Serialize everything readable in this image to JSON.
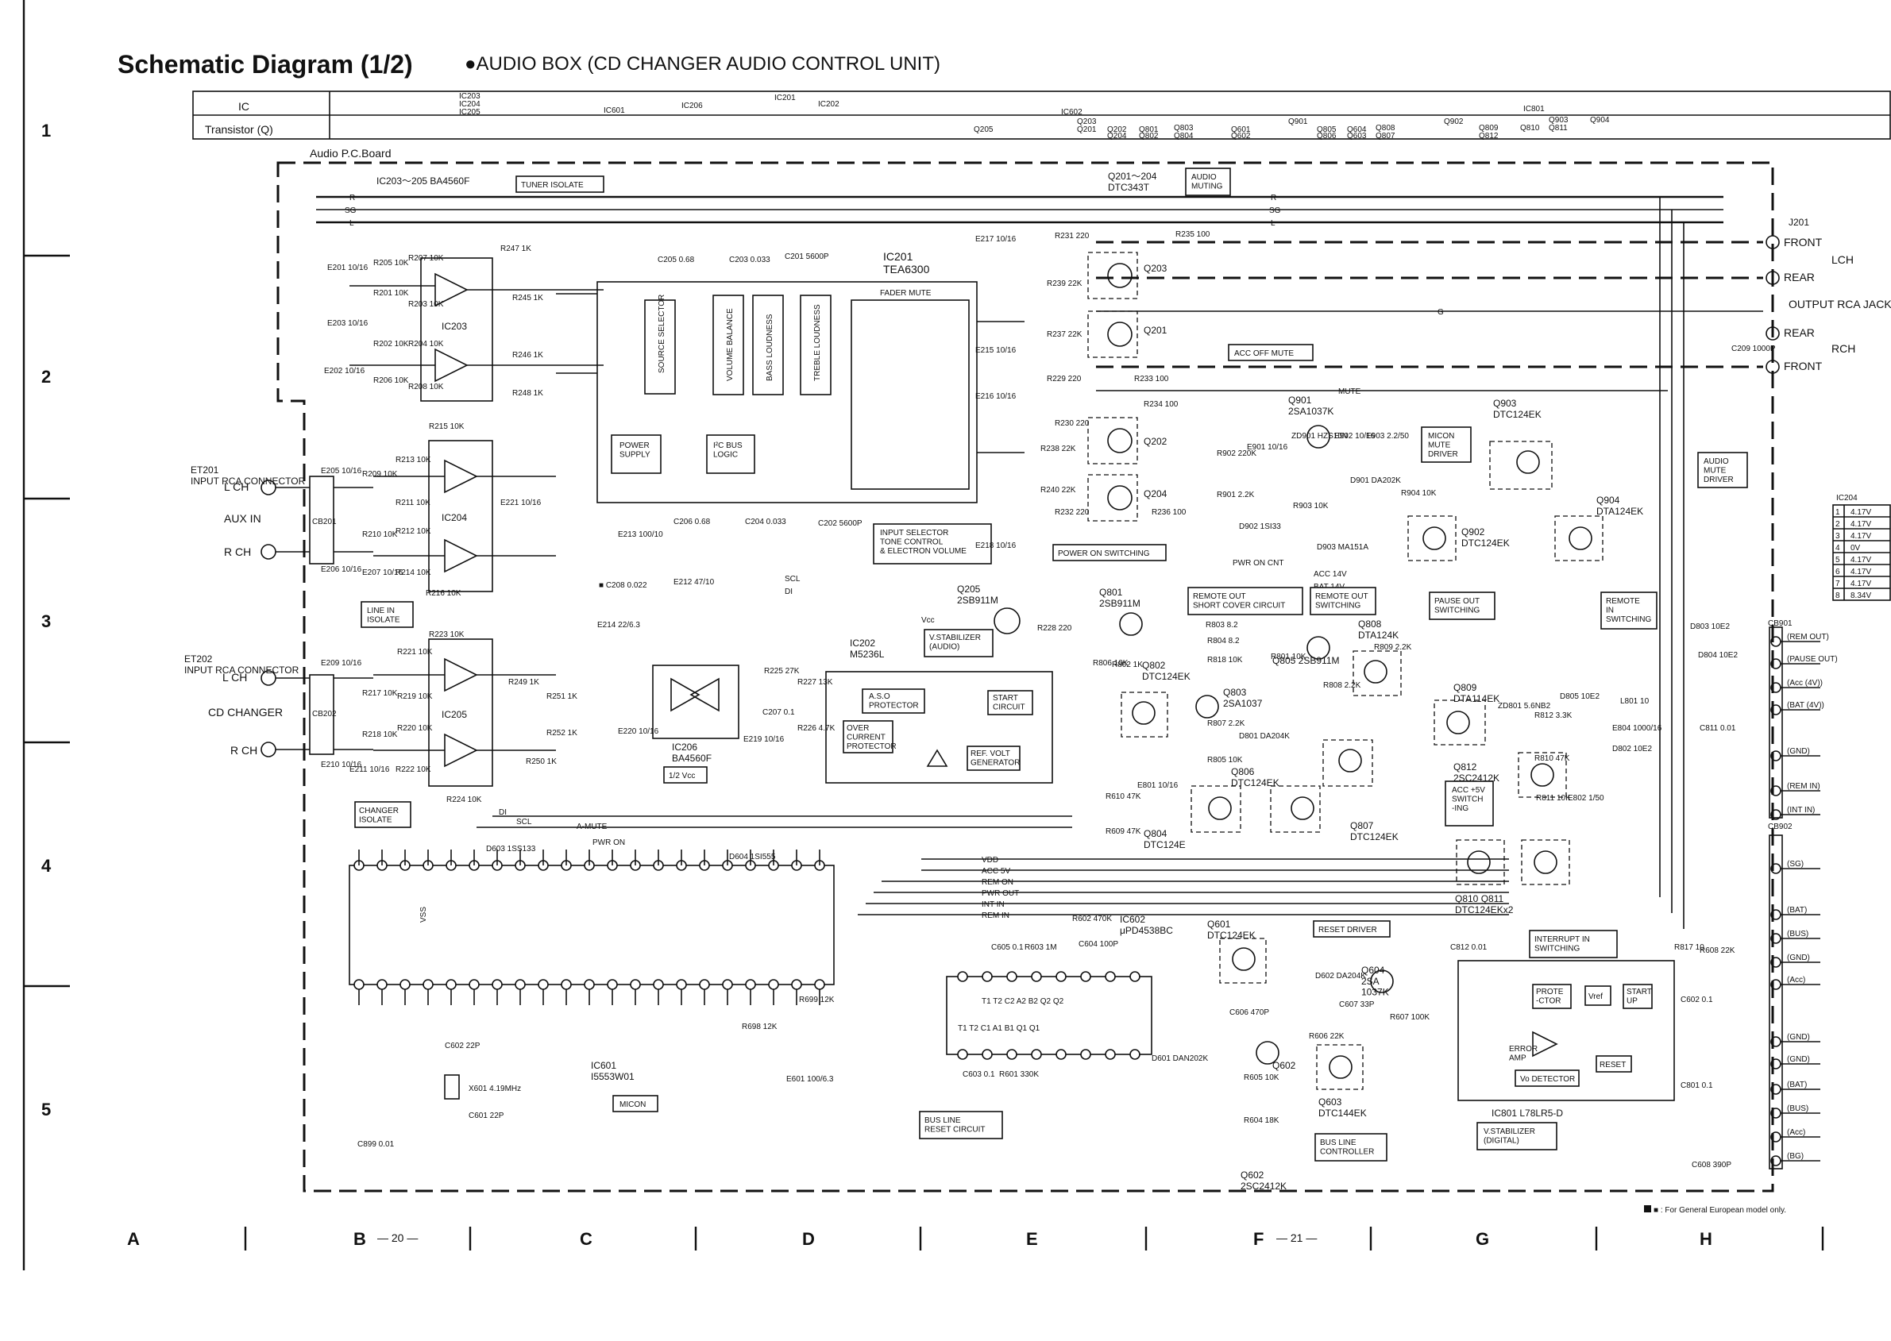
{
  "header": {
    "title": "Schematic Diagram (1/2)",
    "subtitle": "●AUDIO BOX (CD CHANGER AUDIO CONTROL UNIT)",
    "table_ic": "IC",
    "table_transistor": "Transistor (Q)",
    "ic_refs": [
      "IC203\nIC204\nIC205",
      "IC601",
      "IC206",
      "IC201",
      "IC202",
      "IC602",
      "IC801"
    ],
    "q_refs": [
      "Q205",
      "Q203 Q201",
      "Q202 Q204",
      "Q801 Q802",
      "Q803 Q804",
      "Q601 Q602",
      "Q901",
      "Q805 Q806",
      "Q604 Q603",
      "Q808 Q807",
      "Q902",
      "Q809 Q812",
      "Q810",
      "Q903 Q811",
      "Q904"
    ]
  },
  "row_numbers": [
    "1",
    "2",
    "3",
    "4",
    "5"
  ],
  "columns": [
    "A",
    "B",
    "C",
    "D",
    "E",
    "F",
    "G",
    "H"
  ],
  "page_marks": [
    "— 20 —",
    "— 21 —"
  ],
  "board": "Audio P.C.Board",
  "footnote": "■ : For General European model only.",
  "blocks": {
    "ic203_205": "IC203～205  BA4560F",
    "tuner_isolate": "TUNER ISOLATE",
    "line_in_isolate": "LINE IN\nISOLATE",
    "changer_isolate": "CHANGER\nISOLATE",
    "ic201": "IC201\nTEA6300",
    "fader_mute": "FADER MUTE",
    "source_selector": "SOURCE SELECTOR",
    "volume_balance": "VOLUME BALANCE",
    "bass_loudness": "BASS LOUDNESS",
    "treble_loudness": "TREBLE LOUDNESS",
    "power_supply": "POWER\nSUPPLY",
    "i2c_logic": "I²C BUS\nLOGIC",
    "input_selector": "INPUT SELECTOR\nTONE CONTROL\n& ELECTRON VOLUME",
    "ic206": "IC206\nBA4560F",
    "half_vcc": "1/2 Vcc",
    "ic202": "IC202\nM5236L",
    "aso": "A.S.O\nPROTECTOR",
    "over_current": "OVER\nCURRENT\nPROTECTOR",
    "start_circuit": "START\nCIRCUIT",
    "ref_volt": "REF. VOLT\nGENERATOR",
    "v_stab_audio": "V.STABILIZER\n(AUDIO)",
    "q205": "Q205\n2SB911M",
    "q201_204": "Q201～204\nDTC343T",
    "audio_muting": "AUDIO\nMUTING",
    "acc_off_mute": "ACC OFF MUTE",
    "q901": "Q901\n2SA1037K",
    "q903": "Q903\nDTC124EK",
    "micon_mute": "MICON\nMUTE\nDRIVER",
    "audio_mute_driver": "AUDIO\nMUTE\nDRIVER",
    "q902": "Q902\nDTC124EK",
    "q904": "Q904\nDTA124EK",
    "power_on_switching": "POWER ON SWITCHING",
    "remote_out_short": "REMOTE OUT\nSHORT COVER CIRCUIT",
    "remote_out_switching": "REMOTE OUT\nSWITCHING",
    "pause_out": "PAUSE OUT\nSWITCHING",
    "remote_in": "REMOTE\nIN\nSWITCHING",
    "acc5v_switch": "ACC +5V\nSWITCH\n-ING",
    "interrupt_in": "INTERRUPT IN\nSWITCHING",
    "reset_driver": "RESET DRIVER",
    "bus_line_reset": "BUS LINE\nRESET CIRCUIT",
    "bus_line_controller": "BUS LINE\nCONTROLLER",
    "ic601": "IC601\nI5553W01",
    "micon": "MICON",
    "ic602": "IC602\nμPD4538BC",
    "ic801": "IC801  L78LR5-D",
    "v_stab_digital": "V.STABILIZER\n(DIGITAL)",
    "protector": "PROTE\n-CTOR",
    "vref": "Vref",
    "start_up": "START\nUP",
    "error_amp": "ERROR\nAMP",
    "vo_detector": "Vo DETECTOR",
    "reset": "RESET",
    "q801": "Q801\n2SB911M",
    "q802": "Q802\nDTC124EK",
    "q803": "Q803\n2SA1037",
    "q804": "Q804\nDTC124E",
    "q805": "Q805  2SB911M",
    "q806": "Q806\nDTC124EK",
    "q807": "Q807\nDTC124EK",
    "q808": "Q808\nDTA124K",
    "q809": "Q809\nDTA114EK",
    "q812": "Q812\n2SC2412K",
    "q810_811": "Q810     Q811\nDTC124EKx2",
    "q601": "Q601\nDTC124EK",
    "q602": "Q602\n2SC2412K",
    "q603": "Q603\nDTC144EK",
    "q604": "Q604\n2SA\n1037K"
  },
  "connectors": {
    "et201": "ET201\nINPUT RCA CONNECTOR",
    "et202": "ET202\nINPUT RCA CONNECTOR",
    "lch": "L CH",
    "rch": "R CH",
    "aux_in": "AUX IN",
    "cd_changer": "CD CHANGER",
    "j201": "J201",
    "front": "FRONT",
    "rear": "REAR",
    "output_rca": "OUTPUT RCA JACK",
    "out_lch": "LCH",
    "out_rch": "RCH"
  },
  "ic204_table": {
    "title": "IC204",
    "rows": [
      [
        "1",
        "4.17V"
      ],
      [
        "2",
        "4.17V"
      ],
      [
        "3",
        "4.17V"
      ],
      [
        "4",
        "0V"
      ],
      [
        "5",
        "4.17V"
      ],
      [
        "6",
        "4.17V"
      ],
      [
        "7",
        "4.17V"
      ],
      [
        "8",
        "8.34V"
      ]
    ]
  },
  "right_signals": [
    "REM OUT",
    "PAUSE OUT",
    "Acc (4V)",
    "BAT (4V)",
    "GND",
    "REM IN",
    "INT IN",
    "SG",
    "BAT",
    "BUS",
    "GND",
    "Acc",
    "GND",
    "GND",
    "BAT",
    "BUS",
    "Acc",
    "BG"
  ],
  "bus_lines": [
    "VDD",
    "ACC 5V",
    "REM ON",
    "PWR OUT",
    "INT IN",
    "REM IN",
    "SCL",
    "DI",
    "A-MUTE",
    "PWR ON"
  ]
}
